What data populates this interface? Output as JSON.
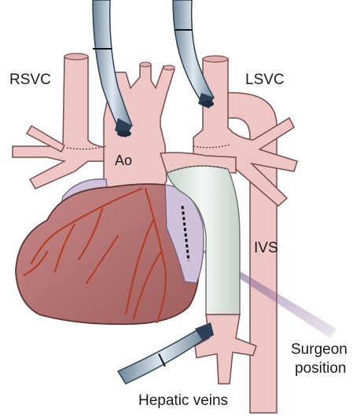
{
  "labels": {
    "rsvc": "RSVC",
    "lsvc": "LSVC",
    "ao": "Ao",
    "ivs": "IVS",
    "surgeon_line1": "Surgeon",
    "surgeon_line2": "position",
    "hepatic_veins": "Hepatic veins"
  },
  "colors": {
    "vessel_fill": "#efc6c6",
    "vessel_stroke": "#7a4b4b",
    "heart_fill": "#b97777",
    "heart_stroke": "#5c3333",
    "coronary": "#b33a20",
    "graft_fill": "#dfe7e0",
    "atrial_appendage": "#cfc3dc",
    "arrow": "#8c6d9b",
    "cannula_tube": "#9fb3c3",
    "cannula_dark": "#2b3f55"
  }
}
